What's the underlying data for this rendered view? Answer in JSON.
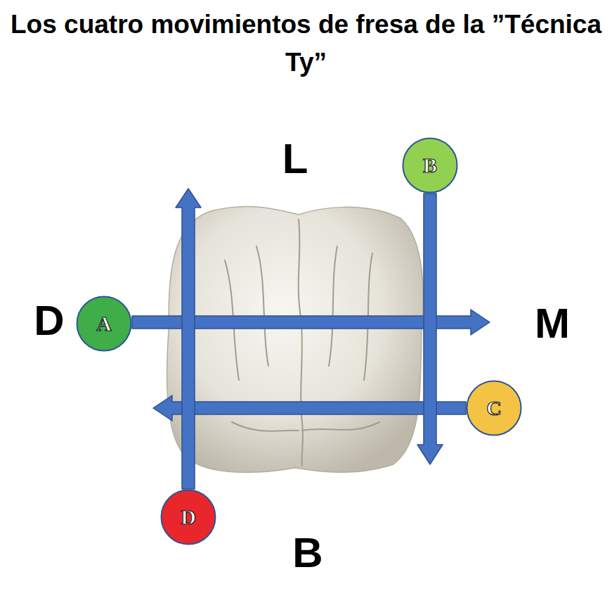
{
  "diagram": {
    "title": "Los cuatro movimientos de fresa de la ”Técnica Ty”",
    "nodes": [
      {
        "text": [
          "B"
        ]
      },
      {
        "text": [
          "A"
        ]
      },
      {
        "text": [
          "C"
        ]
      },
      {
        "text": [
          "D"
        ]
      }
    ],
    "labels": [
      "L",
      "D",
      "M",
      "B"
    ]
  }
}
